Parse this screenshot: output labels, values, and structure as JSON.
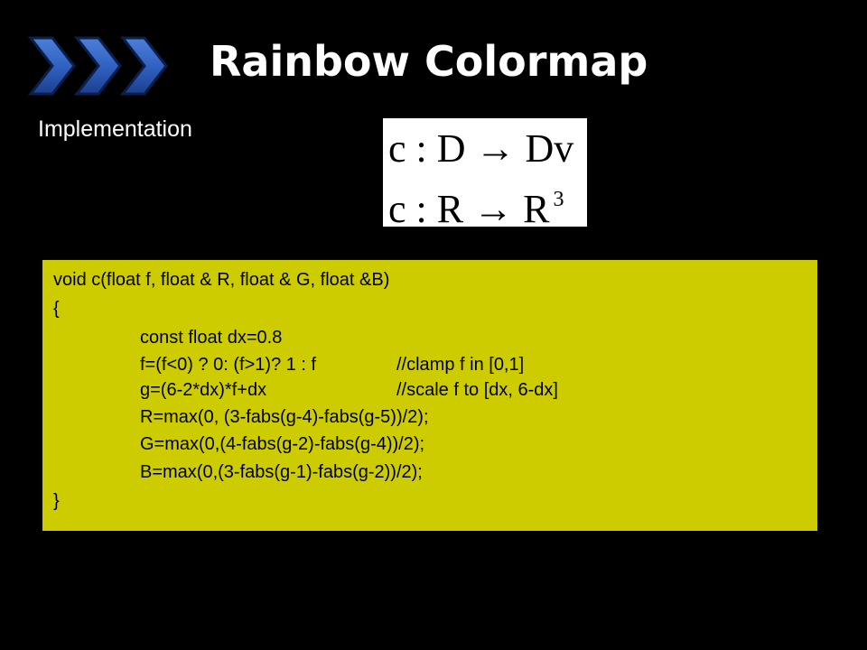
{
  "slide": {
    "title": "Rainbow Colormap",
    "subtitle": "Implementation",
    "logo_icon": "triple-chevron-right-icon",
    "colors": {
      "background": "#000000",
      "code_background": "#cccc00",
      "chevron_blue": "#2e5fbf",
      "text": "#ffffff"
    },
    "formula": {
      "line1": "c : D → Dv",
      "line2_base": "c : R → R",
      "line2_exponent": "3"
    },
    "code": {
      "lines": [
        "void c(float f, float & R, float & G, float &B)",
        "{",
        "const float dx=0.8",
        "f=(f<0) ? 0: (f>1)? 1 : f",
        "g=(6-2*dx)*f+dx",
        "R=max(0, (3-fabs(g-4)-fabs(g-5))/2);",
        "G=max(0,(4-fabs(g-2)-fabs(g-4))/2);",
        "B=max(0,(3-fabs(g-1)-fabs(g-2))/2);",
        "}"
      ],
      "comments": {
        "clamp": "//clamp f in [0,1]",
        "scale": "//scale f to [dx, 6-dx]"
      }
    }
  }
}
